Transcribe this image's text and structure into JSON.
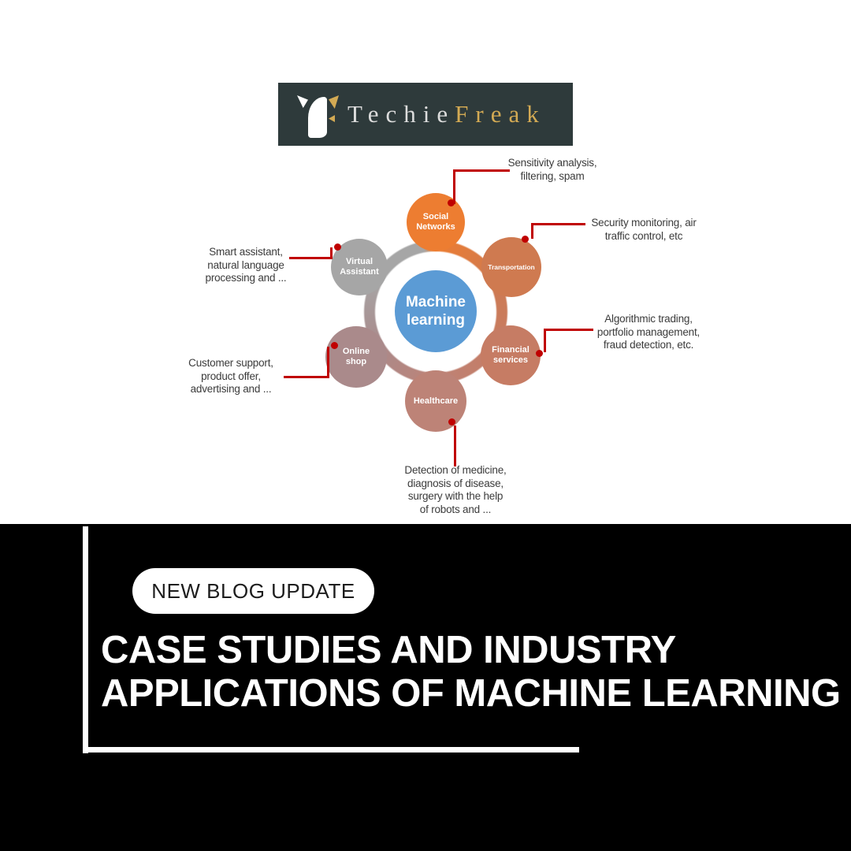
{
  "logo": {
    "brand_first": "Techie",
    "brand_second": "Freak",
    "bg_color": "#2e3a3b",
    "first_color": "#dcdcdc",
    "second_color": "#d3aa54"
  },
  "diagram": {
    "center": {
      "label": "Machine\nlearning",
      "color": "#5b9bd5"
    },
    "connector_color": "#c00000",
    "nodes": [
      {
        "id": "social-networks",
        "label": "Social\nNetworks",
        "color": "#ed7d31",
        "annotation": "Sensitivity analysis,\nfiltering, spam"
      },
      {
        "id": "transportation",
        "label": "Transportation",
        "color": "#cf7a50",
        "annotation": "Security monitoring, air\ntraffic control, etc"
      },
      {
        "id": "financial-services",
        "label": "Financial\nservices",
        "color": "#c67c64",
        "annotation": "Algorithmic trading,\nportfolio management,\nfraud detection, etc."
      },
      {
        "id": "healthcare",
        "label": "Healthcare",
        "color": "#bd8377",
        "annotation": "Detection of medicine,\ndiagnosis of disease,\nsurgery with the help\nof robots and ..."
      },
      {
        "id": "online-shop",
        "label": "Online\nshop",
        "color": "#aa8a8b",
        "annotation": "Customer support,\nproduct offer,\nadvertising and ..."
      },
      {
        "id": "virtual-assistant",
        "label": "Virtual\nAssistant",
        "color": "#a6a6a6",
        "annotation": "Smart assistant,\nnatural language\nprocessing and ..."
      }
    ]
  },
  "banner": {
    "badge_label": "NEW BLOG UPDATE",
    "title_line1": "CASE STUDIES AND INDUSTRY",
    "title_line2": "APPLICATIONS OF MACHINE LEARNING",
    "bg_color": "#000000",
    "text_color": "#ffffff"
  }
}
